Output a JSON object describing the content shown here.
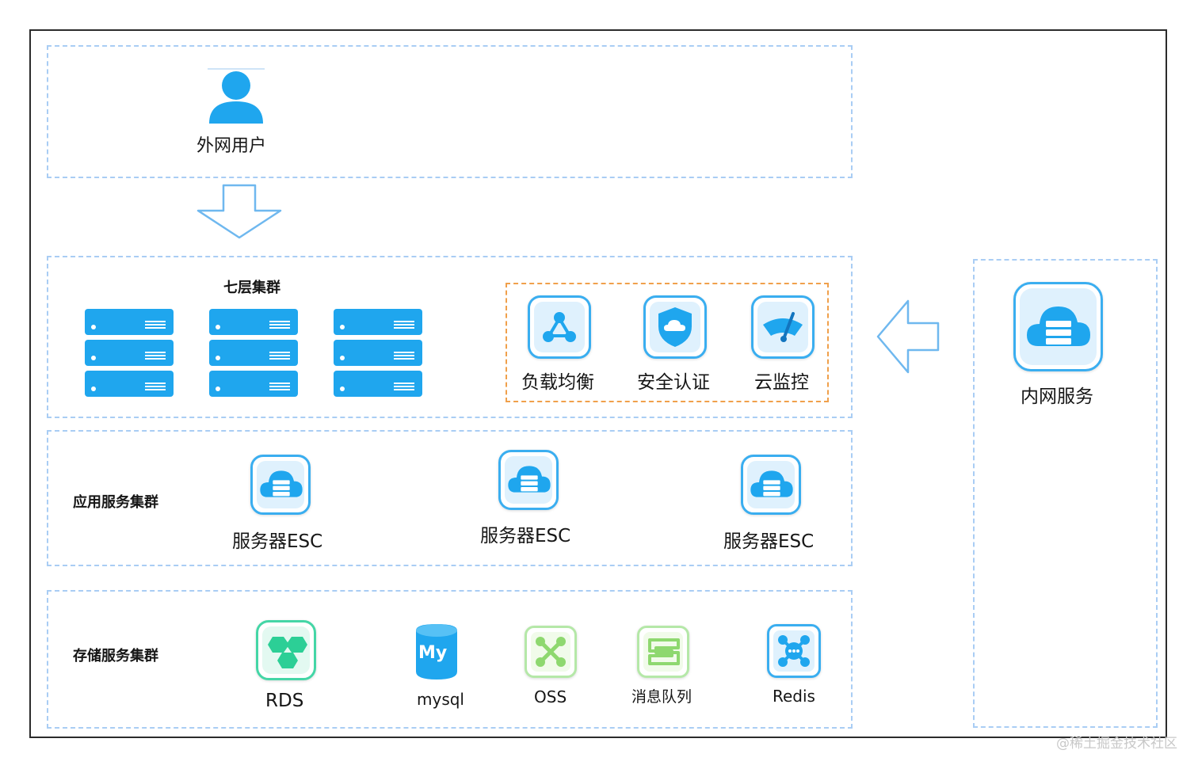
{
  "external_user": {
    "label": "外网用户"
  },
  "layer7": {
    "title": "七层集群",
    "services": [
      {
        "label": "负载均衡",
        "icon": "load-balancer-icon"
      },
      {
        "label": "安全认证",
        "icon": "shield-cloud-icon"
      },
      {
        "label": "云监控",
        "icon": "monitor-gauge-icon"
      }
    ]
  },
  "internal": {
    "label": "内网服务",
    "icon": "cloud-server-icon"
  },
  "app_cluster": {
    "title": "应用服务集群",
    "servers": [
      {
        "label": "服务器ESC"
      },
      {
        "label": "服务器ESC"
      },
      {
        "label": "服务器ESC"
      }
    ]
  },
  "storage_cluster": {
    "title": "存储服务集群",
    "items": [
      {
        "label": "RDS",
        "icon": "rds-icon"
      },
      {
        "label": "mysql",
        "icon": "mysql-icon",
        "badge": "My"
      },
      {
        "label": "OSS",
        "icon": "oss-icon"
      },
      {
        "label": "消息队列",
        "icon": "message-queue-icon"
      },
      {
        "label": "Redis",
        "icon": "redis-icon"
      }
    ]
  },
  "watermark": "@稀土掘金技术社区",
  "colors": {
    "primary": "#1fa6ee",
    "dash": "#a9cdf4",
    "orange": "#f0a04b",
    "green": "#44d6a6"
  }
}
